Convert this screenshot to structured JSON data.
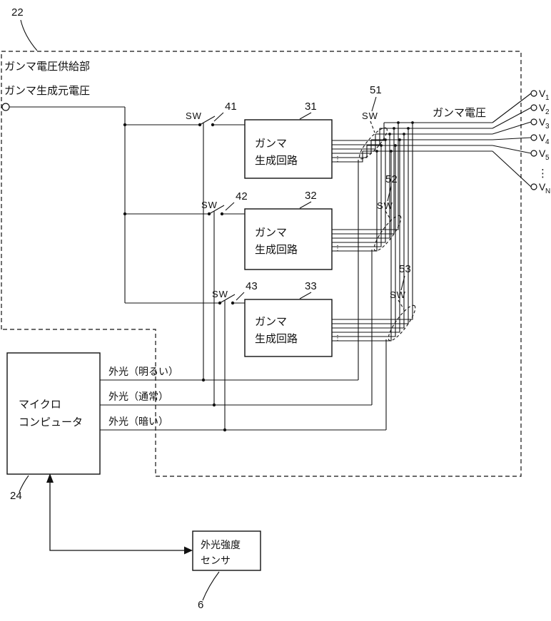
{
  "figure": {
    "ref_supply": "22",
    "supply_title": "ガンマ電圧供給部",
    "source_voltage_label": "ガンマ生成元電圧",
    "gamma_voltage_label": "ガンマ電圧",
    "sw": "SW",
    "gen_circuit": {
      "line1": "ガンマ",
      "line2": "生成回路"
    },
    "refs": {
      "gen1": "31",
      "gen2": "32",
      "gen3": "33",
      "sw1": "41",
      "sw2": "42",
      "sw3": "43",
      "swg1": "51",
      "swg2": "52",
      "swg3": "53",
      "micro": "24",
      "sensor": "6"
    },
    "micro": {
      "line1": "マイクロ",
      "line2": "コンピュータ"
    },
    "sensor": {
      "line1": "外光強度",
      "line2": "センサ"
    },
    "control_labels": {
      "bright": "外光（明るい）",
      "normal": "外光（通常）",
      "dark": "外光（暗い）"
    },
    "terminals": [
      {
        "main": "V",
        "sub": "1"
      },
      {
        "main": "V",
        "sub": "2"
      },
      {
        "main": "V",
        "sub": "3"
      },
      {
        "main": "V",
        "sub": "4"
      },
      {
        "main": "V",
        "sub": "5"
      },
      {
        "main": "V",
        "sub": "N"
      }
    ],
    "ellipsis": "⋮"
  }
}
